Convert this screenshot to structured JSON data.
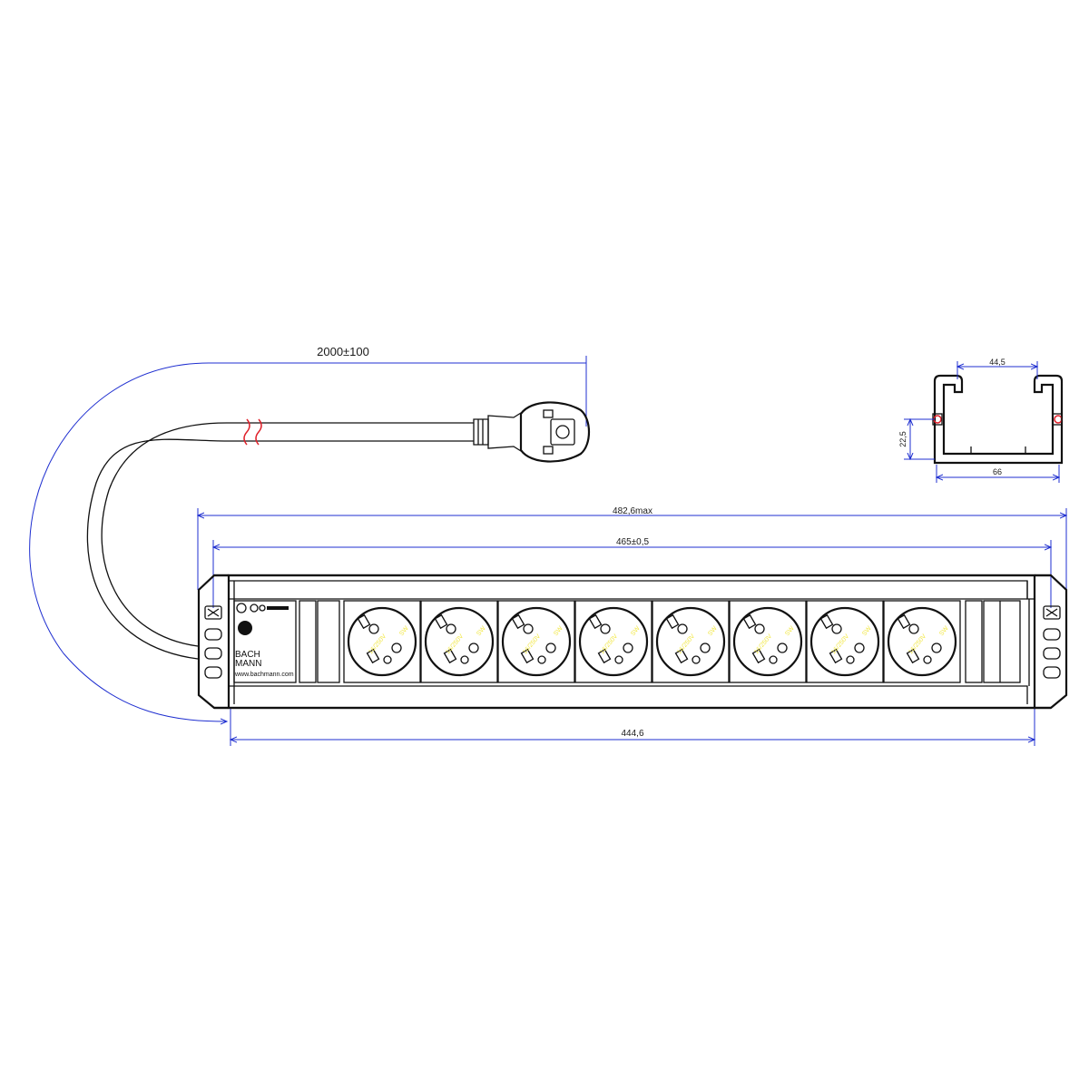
{
  "dimensions": {
    "cable_length": "2000±100",
    "overall_width": "482,6max",
    "mounting_pitch": "465±0,5",
    "body_length": "444,6",
    "profile_inner_width": "44,5",
    "profile_outer_width": "66",
    "profile_height": "22,5"
  },
  "brand": {
    "line1": "BACH",
    "line2": "MANN",
    "website": "www.bachmann.com"
  },
  "socket_labels": {
    "rating": "16/250V",
    "mark": "SW"
  },
  "socket_count": 8,
  "colors": {
    "dimension": "#1f2fd0",
    "outline": "#111111",
    "break_mark": "#e0202a",
    "label_yellow": "#f2e84a"
  }
}
